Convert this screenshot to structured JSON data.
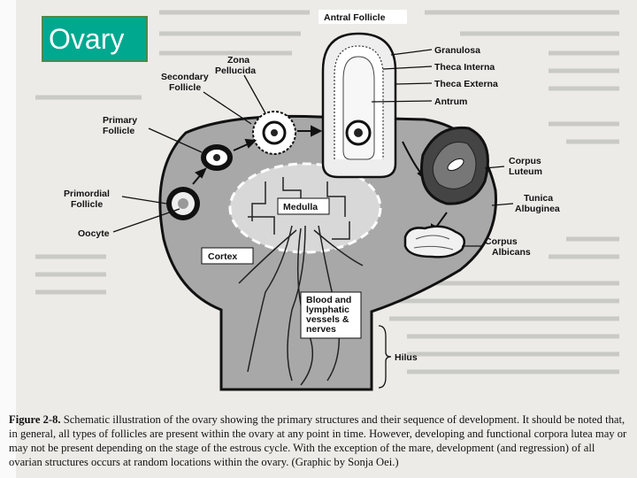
{
  "title": "Ovary",
  "labels": {
    "antral_follicle": "Antral Follicle",
    "granulosa": "Granulosa",
    "theca_interna": "Theca Interna",
    "theca_externa": "Theca Externa",
    "antrum": "Antrum",
    "zona_pellucida": [
      "Zona",
      "Pellucida"
    ],
    "secondary_follicle": [
      "Secondary",
      "Follicle"
    ],
    "primary_follicle": [
      "Primary",
      "Follicle"
    ],
    "primordial_follicle": [
      "Primordial",
      "Follicle"
    ],
    "oocyte": "Oocyte",
    "medulla": "Medulla",
    "cortex": "Cortex",
    "corpus_luteum": [
      "Corpus",
      "Luteum"
    ],
    "tunica_albuginea": [
      "Tunica",
      "Albuginea"
    ],
    "corpus_albicans": [
      "Corpus",
      "Albicans"
    ],
    "vessels": [
      "Blood and",
      "lymphatic",
      "vessels &",
      "nerves"
    ],
    "hilus": "Hilus"
  },
  "caption": {
    "figure_label": "Figure 2-8.",
    "text": "Schematic illustration of the ovary showing the primary structures and their sequence of development. It should be noted that, in general, all types of follicles are present within the ovary at any point in time. However, developing and functional corpora lutea may or may not be present depending on the stage of the estrous cycle. With the exception of the mare, development (and regression) of all ovarian structures occurs at random locations within the ovary. (Graphic by Sonja Oei.)"
  },
  "colors": {
    "title_bg": "#00a88f",
    "ovary_fill": "#a8a8a8",
    "medulla_fill": "#d8d8d8"
  }
}
